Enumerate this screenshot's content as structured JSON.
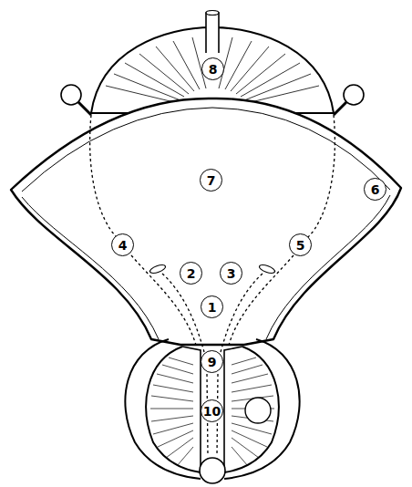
{
  "diagram": {
    "labels": [
      "8",
      "7",
      "6",
      "4",
      "2",
      "3",
      "5",
      "1",
      "9",
      "10"
    ]
  }
}
